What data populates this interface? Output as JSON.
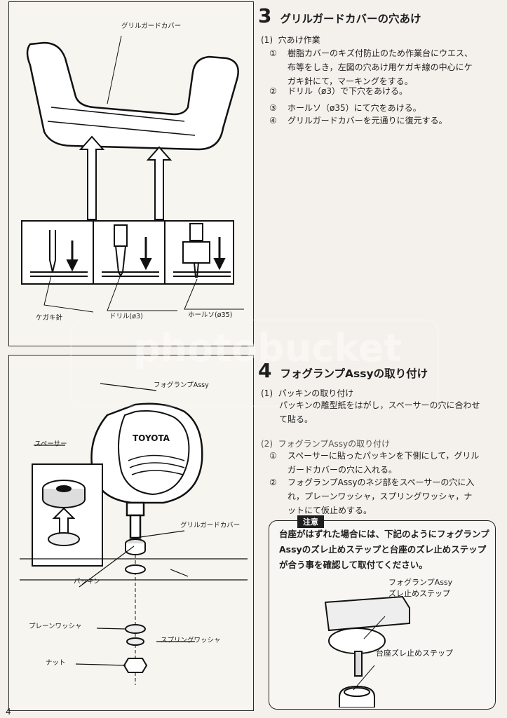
{
  "section3": {
    "number": "3",
    "title": "グリルガードカバーの穴あけ",
    "sub_number": "(1)",
    "sub_title": "穴あけ作業",
    "steps": [
      {
        "n": "①",
        "text": "樹脂カバーのキズ付防止のため作業台にウエス、布等をしき，左図の穴あけ用ケガキ線の中心にケガキ針にて，マーキングをする。"
      },
      {
        "n": "②",
        "text": "ドリル（ø3）で下穴をあける。"
      },
      {
        "n": "③",
        "text": "ホールソ（ø35）にて穴をあける。"
      },
      {
        "n": "④",
        "text": "グリルガードカバーを元通りに復元する。"
      }
    ]
  },
  "section4": {
    "number": "4",
    "title": "フォグランプAssyの取り付け",
    "sub1_number": "(1)",
    "sub1_title": "パッキンの取り付け",
    "sub1_text": "パッキンの離型紙をはがし，スペーサーの穴に合わせて貼る。",
    "sub2_number": "(2)",
    "sub2_title": "フォグランプAssyの取り付け",
    "steps": [
      {
        "n": "①",
        "text": "スペーサーに貼ったパッキンを下側にして，グリルガードカバーの穴に入れる。"
      },
      {
        "n": "②",
        "text": "フォグランプAssyのネジ部をスペーサーの穴に入れ，プレーンワッシャ，スプリングワッシャ，ナットにて仮止めする。"
      }
    ]
  },
  "caution": {
    "badge": "注意",
    "text": "台座がはずれた場合には、下記のようにフォグランプAssyのズレ止めステップと台座のズレ止めステップが合う事を確認して取付てください。",
    "label_fog_step": "フォグランプAssy\nズレ止めステップ",
    "label_base_step": "台座ズレ止めステップ"
  },
  "diagram1": {
    "label_cover": "グリルガードカバー",
    "label_scriber": "ケガキ針",
    "label_drill": "ドリル(ø3)",
    "label_holesaw": "ホールソ(ø35)"
  },
  "diagram2": {
    "label_fog": "フォグランプAssy",
    "label_spacer": "スペーサー",
    "label_cover": "グリルガードカバー",
    "label_packing": "パッキン",
    "label_plain_washer": "プレーンワッシャ",
    "label_spring_washer": "スプリングワッシャ",
    "label_nut": "ナット",
    "lamp_brand": "TOYOTA"
  },
  "watermark": "photobucket",
  "page_number": "4"
}
